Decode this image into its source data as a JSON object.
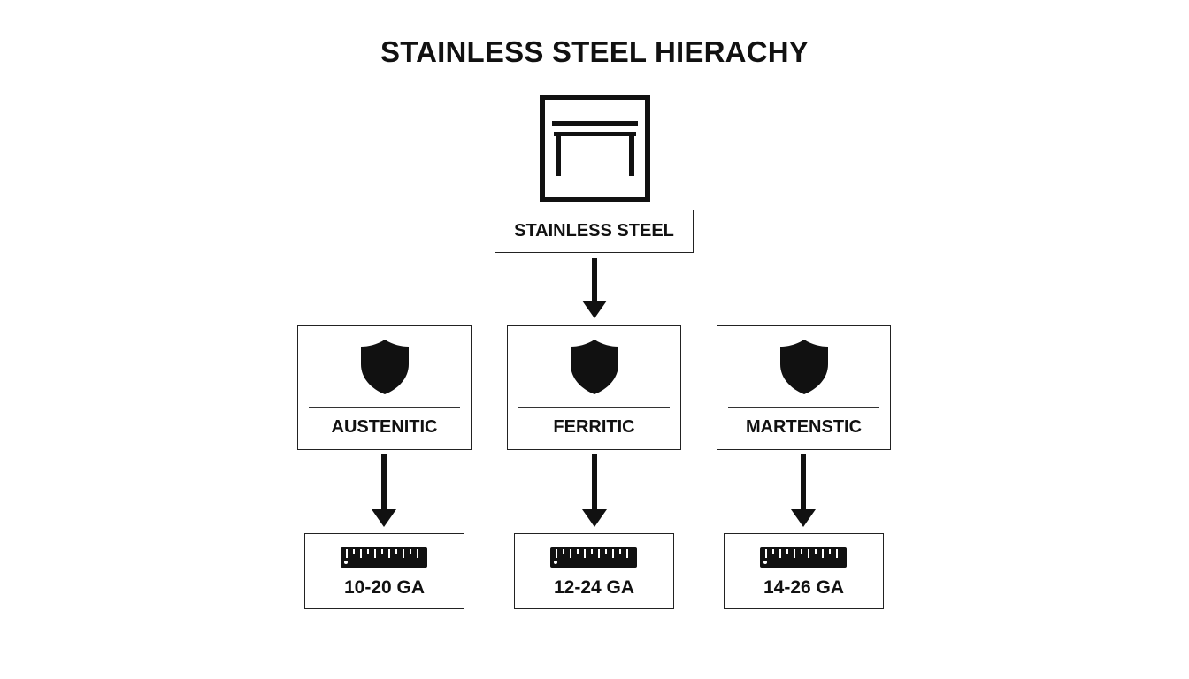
{
  "title": "STAINLESS STEEL HIERACHY",
  "root": {
    "label": "STAINLESS STEEL",
    "icon": "table-frame-icon"
  },
  "types": [
    {
      "label": "AUSTENITIC",
      "icon": "shield-icon"
    },
    {
      "label": "FERRITIC",
      "icon": "shield-icon"
    },
    {
      "label": "MARTENSTIC",
      "icon": "shield-icon"
    }
  ],
  "gauges": [
    {
      "label": "10-20 GA",
      "icon": "ruler-icon"
    },
    {
      "label": "12-24 GA",
      "icon": "ruler-icon"
    },
    {
      "label": "14-26 GA",
      "icon": "ruler-icon"
    }
  ],
  "colors": {
    "ink": "#111111",
    "background": "#ffffff"
  }
}
